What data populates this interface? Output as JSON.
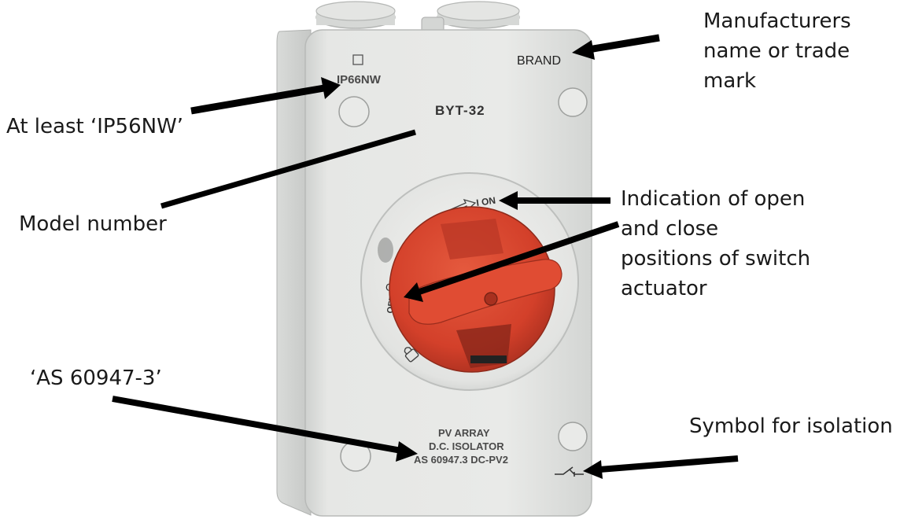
{
  "device": {
    "cert_mark": "IP66NW",
    "brand": "BRAND",
    "model": "BYT-32",
    "on_label": "I ON",
    "off_label": "OFF",
    "off_symbol": "O",
    "label_line1": "PV ARRAY",
    "label_line2": "D.C. ISOLATOR",
    "label_line3": "AS 60947.3 DC-PV2"
  },
  "callouts": {
    "manufacturer": [
      "Manufacturers",
      "name or trade",
      "mark"
    ],
    "ip_rating": "At least ‘IP56NW’",
    "model_number": "Model number",
    "positions": [
      "Indication of open",
      "and close",
      "positions of switch",
      "actuator"
    ],
    "standard": "‘AS 60947-3’",
    "isolation_symbol": "Symbol for isolation"
  },
  "colors": {
    "enclosure": "#e4e5e3",
    "knob": "#d9442c",
    "arrow": "#000000"
  }
}
